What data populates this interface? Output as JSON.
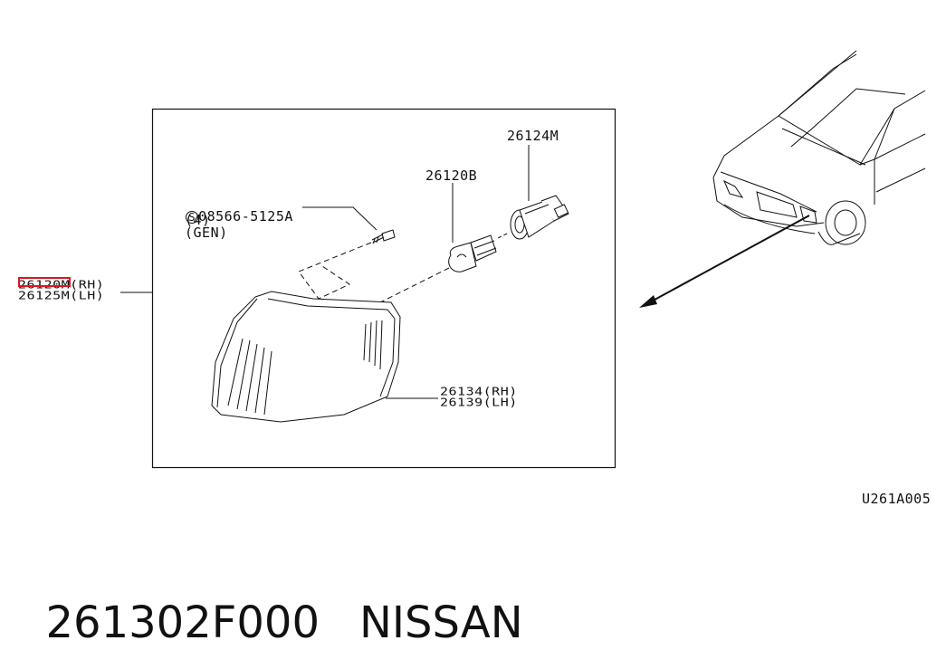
{
  "diagram": {
    "figure_code": "U261A005",
    "screw": {
      "symbol": "S",
      "part_number": "08566-5125A",
      "qty": "(4)",
      "note": "(GEN)"
    },
    "socket_label": "26124M",
    "bulb_label": "26120B",
    "assembly": {
      "rh": "26120M(RH)",
      "lh": "26125M(LH)"
    },
    "lens": {
      "rh": "26134(RH)",
      "lh": "26139(LH)"
    },
    "highlight_color": "#e0141e"
  },
  "footer": {
    "part_number": "261302F000",
    "brand": "NISSAN"
  }
}
